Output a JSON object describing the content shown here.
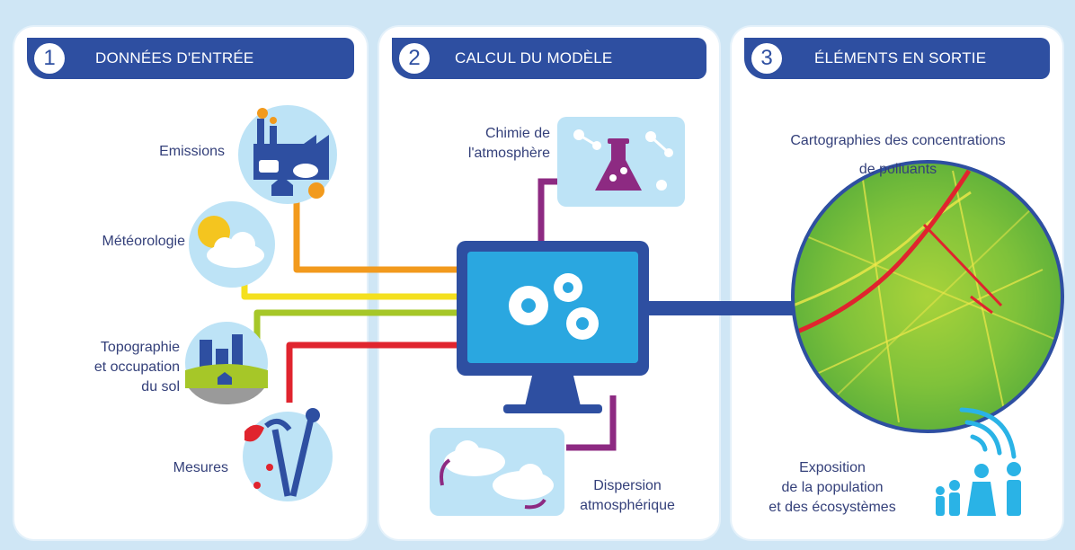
{
  "panels": [
    {
      "number": "1",
      "title": "DONNÉES D'ENTRÉE"
    },
    {
      "number": "2",
      "title": "CALCUL DU MODÈLE"
    },
    {
      "number": "3",
      "title": "ÉLÉMENTS EN SORTIE"
    }
  ],
  "inputs": {
    "emissions": "Emissions",
    "meteorologie": "Météorologie",
    "topographie": [
      "Topographie",
      "et occupation",
      "du sol"
    ],
    "mesures": "Mesures"
  },
  "model": {
    "chimie": [
      "Chimie de",
      "l'atmosphère"
    ],
    "dispersion": [
      "Dispersion",
      "atmosphérique"
    ]
  },
  "outputs": {
    "cartographies": [
      "Cartographies des concentrations",
      "de polluants"
    ],
    "exposition": [
      "Exposition",
      "de la population",
      "et des écosystèmes"
    ]
  },
  "colors": {
    "band": "#2e4fa1",
    "emissions_line": "#f29a1d",
    "meteo_line": "#f4e01f",
    "topo_line": "#a6c728",
    "mesures_line": "#e0242e",
    "chimie_line": "#8d2a82",
    "output_connector": "#2e4fa1",
    "label_text": "#34407a",
    "people": "#2ab3e6"
  }
}
